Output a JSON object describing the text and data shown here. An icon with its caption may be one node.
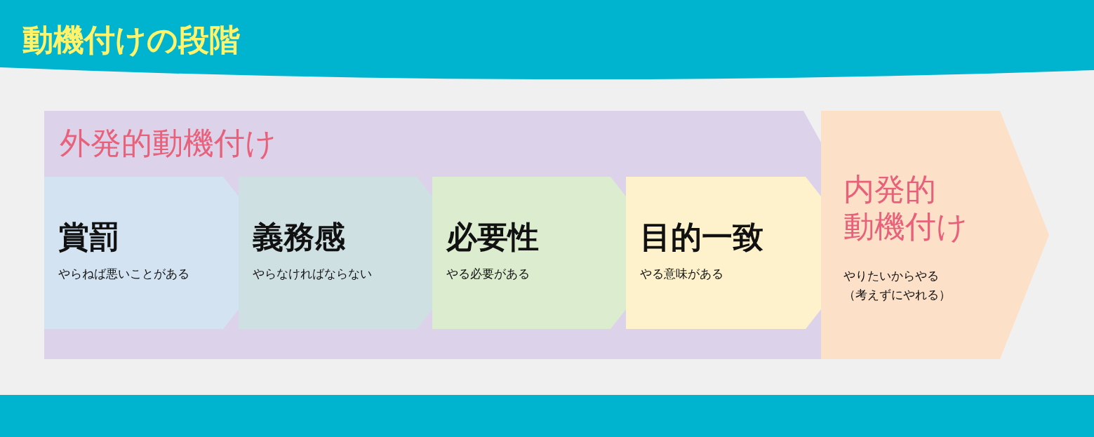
{
  "diagram": {
    "title": "動機付けの段階",
    "nodes": [
      {
        "text": [
          "外発的動機付け"
        ]
      },
      {
        "text": [
          "賞罰",
          "やらねば悪いことがある"
        ],
        "in": 0
      },
      {
        "text": [
          "義務感",
          "やらなければならない"
        ],
        "in": 0
      },
      {
        "text": [
          "必要性",
          "やる必要がある"
        ],
        "in": 0
      },
      {
        "text": [
          "目的一致",
          "やる意味がある"
        ],
        "in": 0
      },
      {
        "text": [
          "内発的動機付け",
          "やりたいからやる（考えずにやれる）"
        ]
      }
    ],
    "edges": []
  }
}
